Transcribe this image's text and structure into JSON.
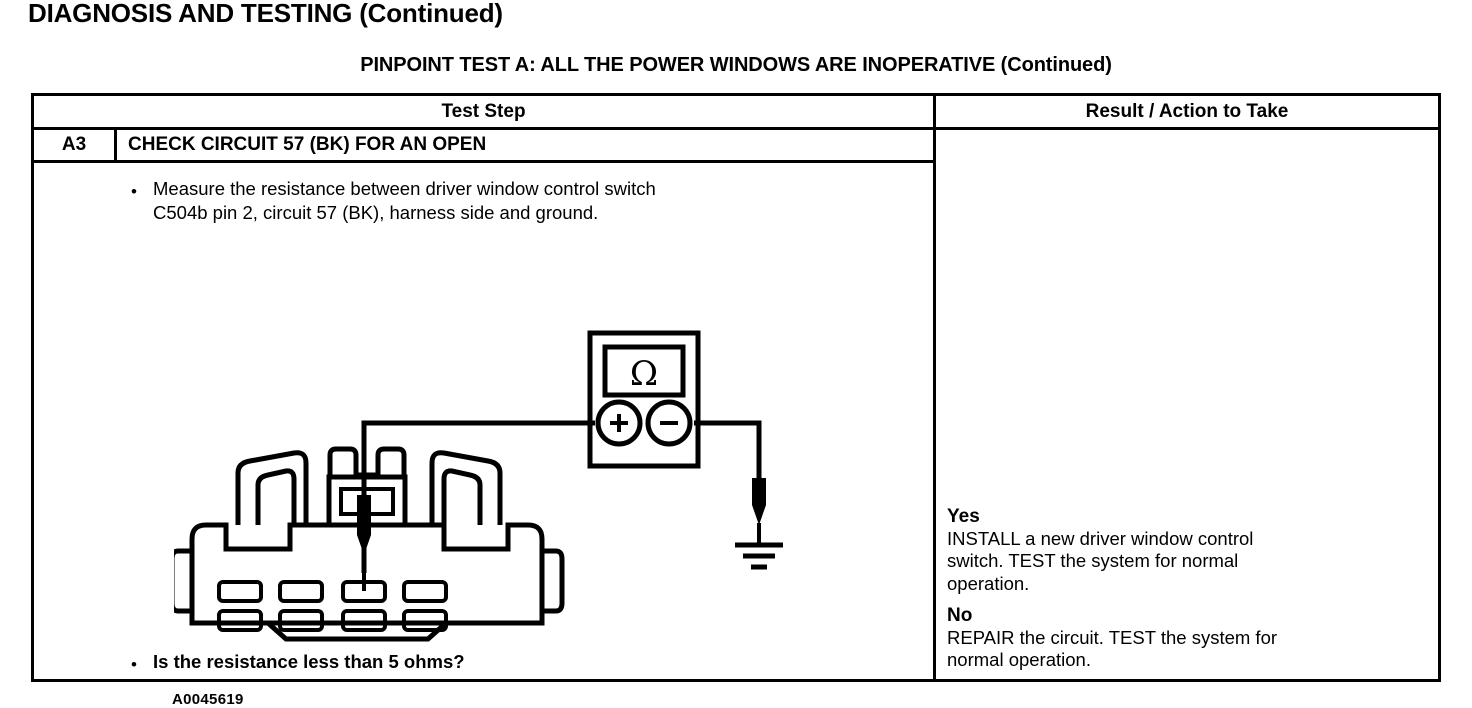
{
  "page": {
    "title": "DIAGNOSIS AND TESTING (Continued)",
    "subtitle": "PINPOINT TEST A: ALL THE POWER WINDOWS ARE INOPERATIVE (Continued)"
  },
  "table": {
    "headers": {
      "test_step": "Test Step",
      "result_action": "Result / Action to Take"
    },
    "step": {
      "id": "A3",
      "title": "CHECK CIRCUIT 57 (BK) FOR AN OPEN",
      "bullets": [
        "Measure the resistance between driver window control switch\nC504b pin 2, circuit 57 (BK), harness side and ground.",
        "Is the resistance less than 5 ohms?"
      ],
      "figure_code": "A0045619"
    },
    "result": {
      "yes_label": "Yes",
      "yes_text": "INSTALL a new driver window control\nswitch. TEST the system for normal\n operation.",
      "no_label": "No",
      "no_text": "REPAIR the circuit. TEST the system for\nnormal operation."
    }
  },
  "diagram": {
    "meter_symbol": "Ω",
    "positive_terminal": "+",
    "negative_terminal": "−",
    "ink_color": "#000000"
  }
}
